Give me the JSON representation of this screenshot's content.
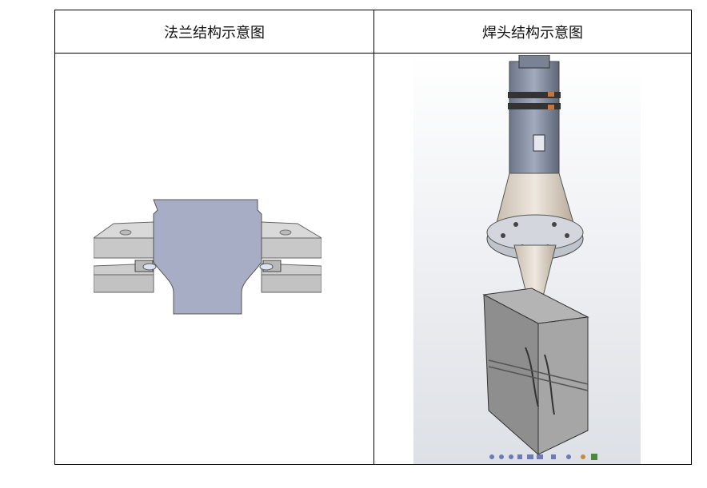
{
  "table": {
    "columns": [
      {
        "header": "法兰结构示意图",
        "figure": "flange-cross-section"
      },
      {
        "header": "焊头结构示意图",
        "figure": "welding-horn-3d-model"
      }
    ]
  },
  "colors": {
    "border": "#000000",
    "flange_body": "#a7adc4",
    "flange_plate": "#cdcdcd",
    "horn_top": "#8b94a8",
    "horn_cone": "#e2d8cc",
    "horn_block": "#9a9a9a",
    "viewport_bg": "#e8eaee"
  }
}
